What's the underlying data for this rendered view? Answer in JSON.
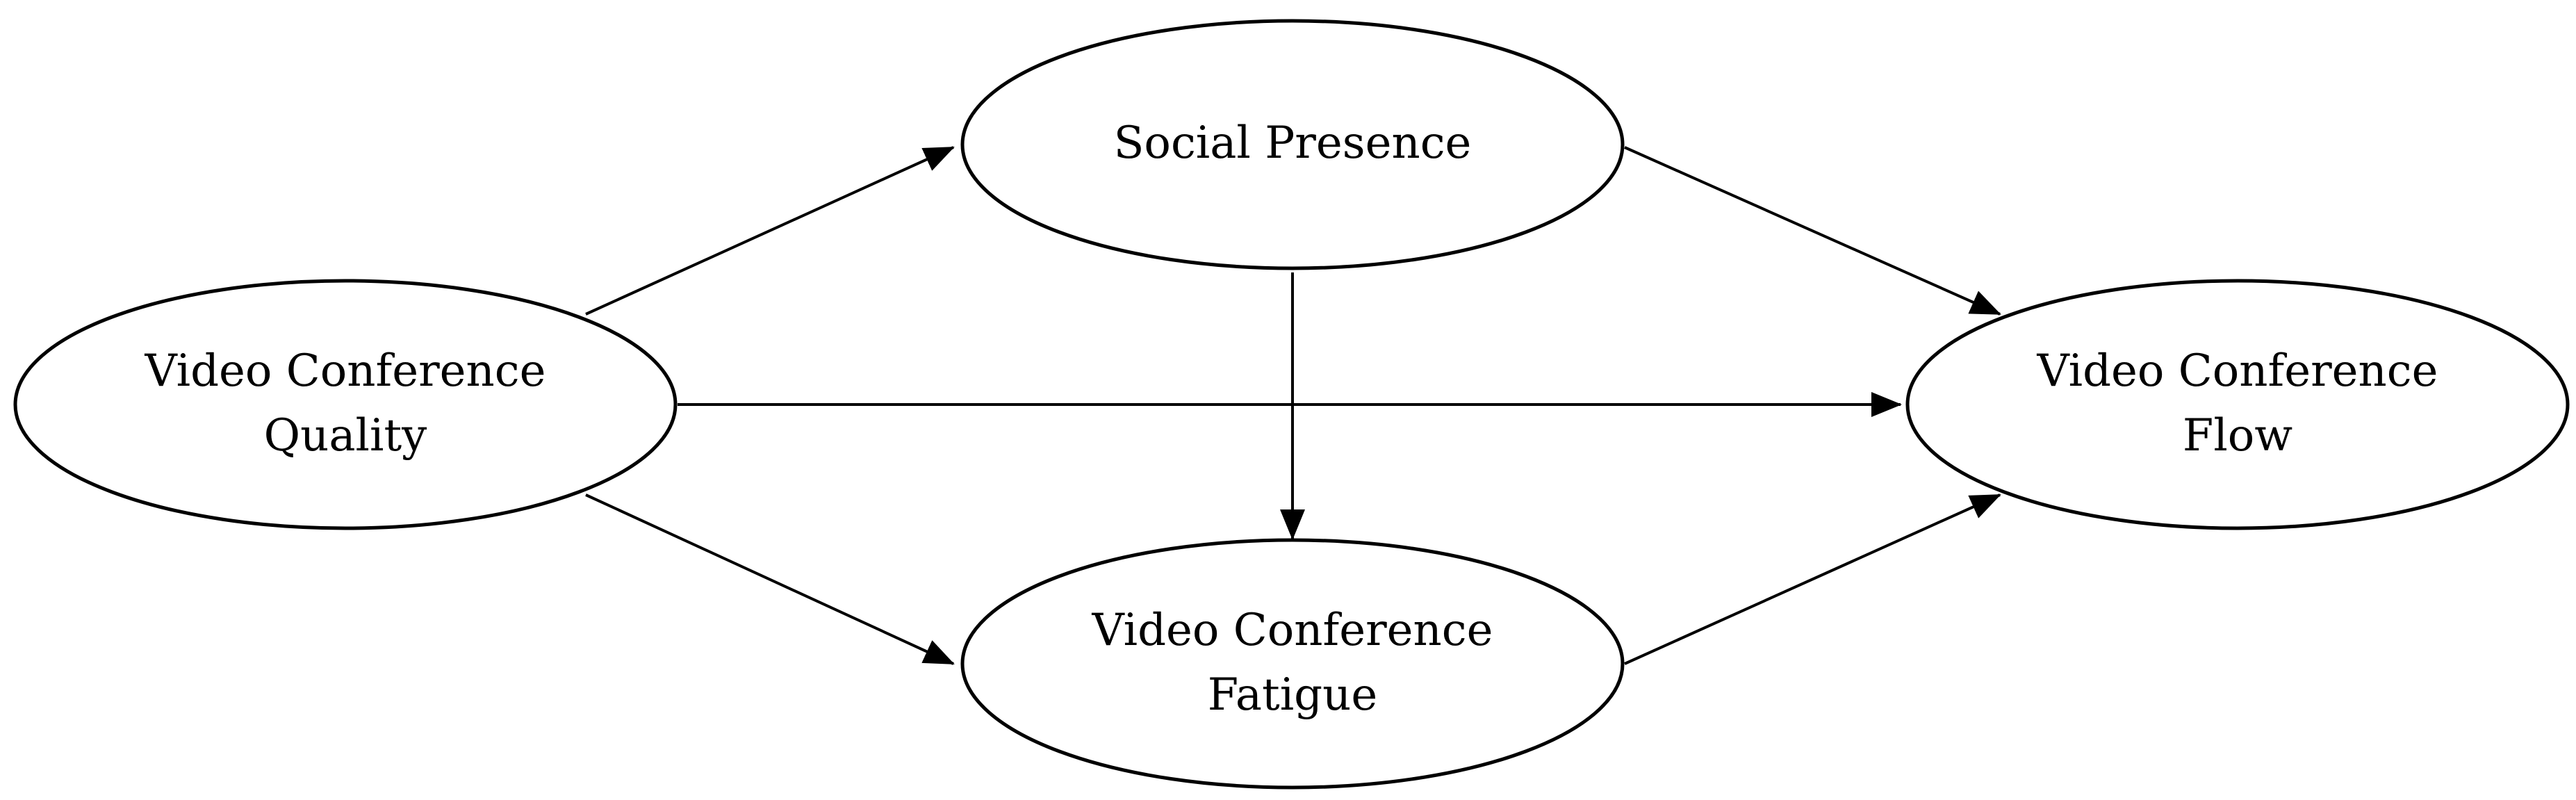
{
  "diagram": {
    "nodes": {
      "quality": {
        "line1": "Video Conference",
        "line2": "Quality"
      },
      "social": {
        "line1": "Social Presence"
      },
      "fatigue": {
        "line1": "Video Conference",
        "line2": "Fatigue"
      },
      "flow": {
        "line1": "Video Conference",
        "line2": "Flow"
      }
    },
    "edges": [
      {
        "from": "Video Conference Quality",
        "to": "Social Presence"
      },
      {
        "from": "Video Conference Quality",
        "to": "Video Conference Flow"
      },
      {
        "from": "Video Conference Quality",
        "to": "Video Conference Fatigue"
      },
      {
        "from": "Social Presence",
        "to": "Video Conference Fatigue"
      },
      {
        "from": "Social Presence",
        "to": "Video Conference Flow"
      },
      {
        "from": "Video Conference Fatigue",
        "to": "Video Conference Flow"
      }
    ],
    "colors": {
      "stroke": "#000000",
      "background": "#ffffff"
    }
  }
}
